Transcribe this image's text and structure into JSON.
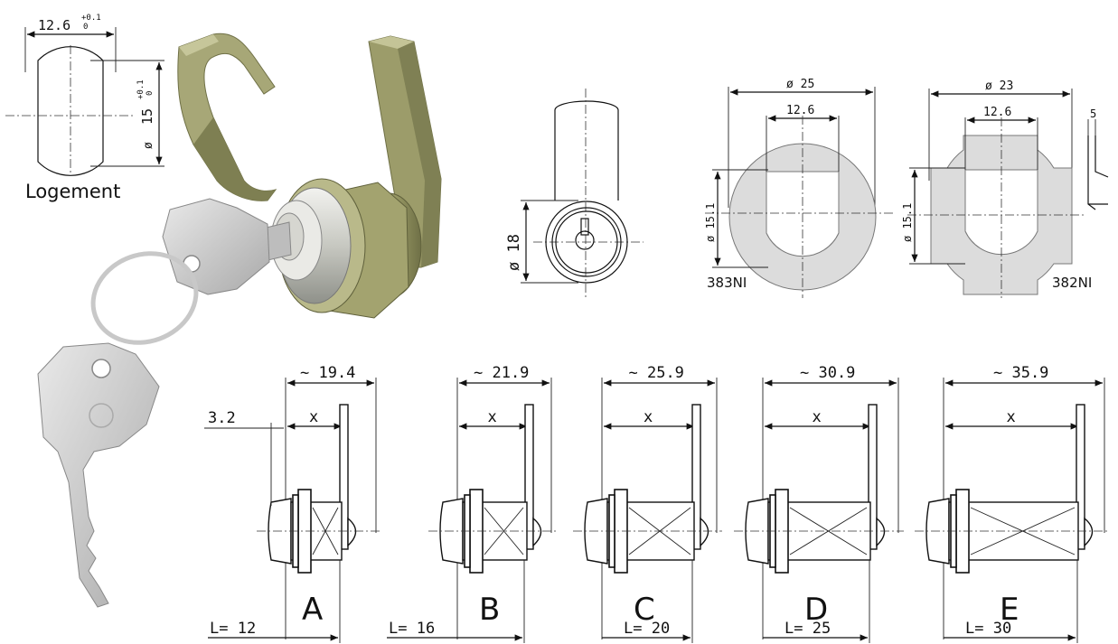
{
  "housing": {
    "width_dim": "12.6",
    "width_tol_top": "+0.1",
    "width_tol_bot": "0",
    "height_dim": "15",
    "height_tol_top": "+0.1",
    "height_tol_bot": "0",
    "diameter_symbol": "ø",
    "caption": "Logement"
  },
  "front_view": {
    "diameter_label": "ø 18"
  },
  "washers": [
    {
      "diameter_label": "ø 25",
      "flat_label": "12.6",
      "height_label": "ø 15.1",
      "code": "383NI"
    },
    {
      "diameter_label": "ø 23",
      "flat_label": "12.6",
      "height_label": "ø 15.1",
      "code": "382NI",
      "thickness_label": "5"
    }
  ],
  "side_views": [
    {
      "letter": "A",
      "overall": "~ 19.4",
      "x_label": "x",
      "length": "L= 12",
      "offset_label": "3.2"
    },
    {
      "letter": "B",
      "overall": "~ 21.9",
      "x_label": "x",
      "length": "L= 16"
    },
    {
      "letter": "C",
      "overall": "~ 25.9",
      "x_label": "x",
      "length": "L= 20"
    },
    {
      "letter": "D",
      "overall": "~ 30.9",
      "x_label": "x",
      "length": "L= 25"
    },
    {
      "letter": "E",
      "overall": "~ 35.9",
      "x_label": "x",
      "length": "L= 30"
    }
  ],
  "colors": {
    "lever": "#9c9c6a",
    "lever_dark": "#6f7046",
    "lever_light": "#c4c497",
    "brass": "#a8a874",
    "chrome": "#cfd0c9",
    "key": "#c9c9c9",
    "washer_fill": "#dcdcdc"
  },
  "icons": [
    "cam-lock-illustration",
    "key-illustration",
    "key-ring-illustration"
  ]
}
